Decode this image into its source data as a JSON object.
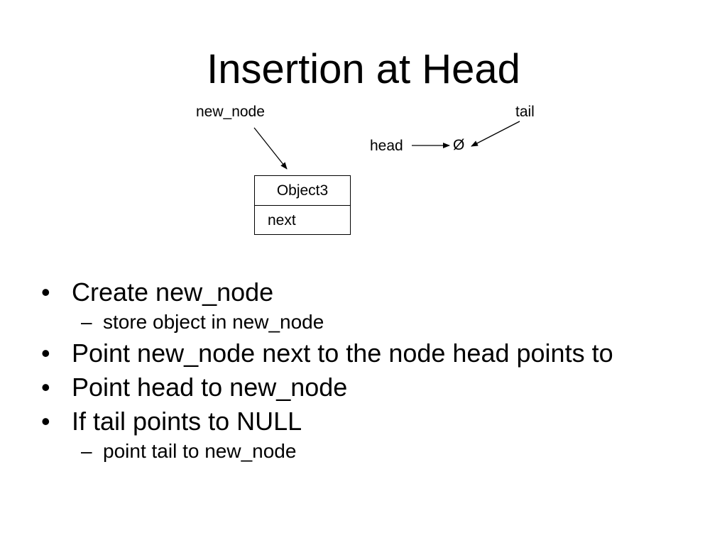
{
  "slide": {
    "title": "Insertion at Head"
  },
  "diagram": {
    "new_node_label": "new_node",
    "tail_label": "tail",
    "head_label": "head",
    "null_symbol": "Ø",
    "node": {
      "object": "Object3",
      "next": "next"
    }
  },
  "bullets": [
    {
      "text": "Create new_node",
      "sub": [
        "store object in new_node"
      ]
    },
    {
      "text": "Point new_node next to the node head points to",
      "sub": []
    },
    {
      "text": "Point head to new_node",
      "sub": []
    },
    {
      "text": "If tail points to NULL",
      "sub": [
        "point tail to new_node"
      ]
    }
  ]
}
